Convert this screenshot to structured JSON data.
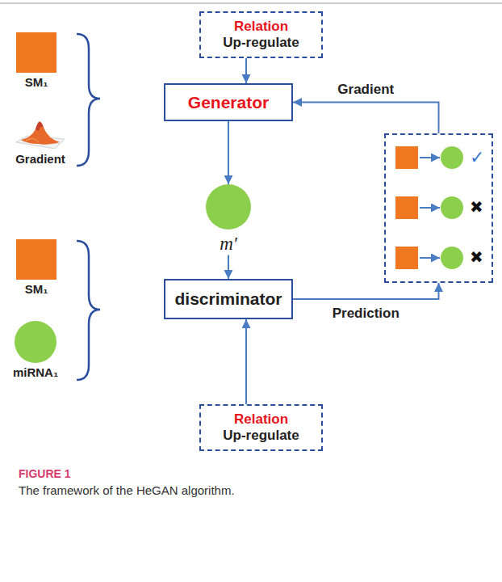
{
  "diagram": {
    "caption": "The framework of the HeGAN algorithm.",
    "nodes": [
      {
        "text": [
          "Relation",
          "Up-regulate"
        ]
      },
      {
        "text": [
          "SM₁"
        ]
      },
      {
        "text": [
          "Generator"
        ]
      },
      {
        "text": [
          "m′"
        ]
      },
      {
        "text": [
          "✓",
          "✖",
          "✖"
        ]
      },
      {
        "text": [
          "SM₁"
        ]
      },
      {
        "text": [
          "discriminator"
        ]
      },
      {
        "text": [
          "miRNA₁"
        ]
      },
      {
        "text": [
          "Relation",
          "Up-regulate"
        ]
      }
    ],
    "edges": [
      {
        "from": 0,
        "to": 2,
        "arrow": "to"
      },
      {
        "from": 2,
        "to": 3,
        "arrow": "to"
      },
      {
        "from": 3,
        "to": 6,
        "arrow": "to"
      },
      {
        "from": 8,
        "to": 6,
        "arrow": "to"
      },
      {
        "from": 6,
        "to": 4,
        "label": "Prediction",
        "arrow": "to"
      },
      {
        "from": 4,
        "to": 2,
        "label": "Gradient",
        "arrow": "to"
      }
    ],
    "labels": [
      "Gradient",
      "FIGURE 1"
    ]
  }
}
